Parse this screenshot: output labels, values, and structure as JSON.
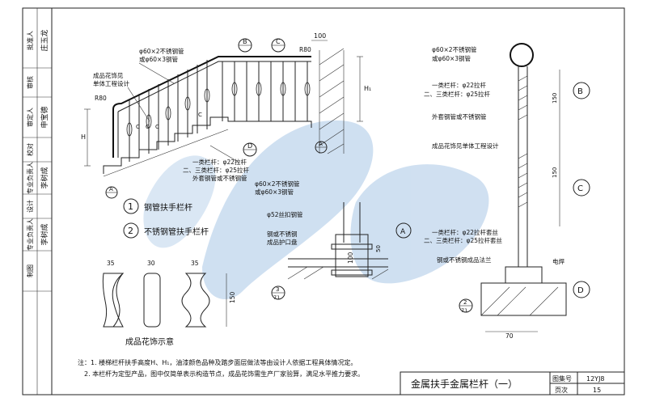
{
  "side_block": {
    "rows": [
      {
        "role": "审核",
        "name": "庄玉龙"
      },
      {
        "role": "审定人",
        "name": "申宝德"
      },
      {
        "role": "校对",
        "name": "李树成"
      },
      {
        "role": "设计",
        "name": "李树成"
      },
      {
        "role": "制图",
        "name": ""
      }
    ],
    "header_cells": [
      "批准人",
      "专业负责人"
    ]
  },
  "fig1": {
    "labels": {
      "pipe_top": "φ60×2不锈钢管",
      "pipe_top2": "或φ60×3钢管",
      "flower": "成品花饰见",
      "flower2": "单体工程设计",
      "r80_left": "R80",
      "r80_right": "R80",
      "dim_100": "100",
      "h1": "H₁",
      "h": "H",
      "cls1": "一类栏杆：φ22拉杆",
      "cls23": "二、三类栏杆：φ25拉杆",
      "sleeve": "外套钢管或不锈钢管",
      "c_marks": [
        "C",
        "C",
        "C",
        "C"
      ],
      "b_mark": "B",
      "c_mark": "C",
      "d_mark": "D",
      "a_mark": "A"
    }
  },
  "legend": {
    "item1_num": "1",
    "item1_text": "钢管扶手栏杆",
    "item2_num": "2",
    "item2_text": "不锈钢管扶手栏杆"
  },
  "detail_a": {
    "pipe": "φ60×2不锈钢管",
    "pipe2": "或φ60×3钢管",
    "cap": "φ52丝扣钢管",
    "base": "钢或不锈钢",
    "base2": "成品护口盘",
    "dim_100": "100",
    "dim_50": "50",
    "mark": "A",
    "ref_num": "3",
    "ref_den": "71"
  },
  "ornaments": {
    "title": "成品花饰示意",
    "w1": "35",
    "w2": "30",
    "w3": "35",
    "h": "150"
  },
  "section_right": {
    "pipe": "φ60×2不锈钢管",
    "pipe2": "或φ60×3钢管",
    "cls1": "一类栏杆：φ22拉杆",
    "cls23": "二、三类栏杆：φ25拉杆",
    "sleeve": "外套钢管或不锈钢管",
    "flower": "成品花饰见单体工程设计",
    "dim_150a": "150",
    "dim_150b": "150",
    "mark_b": "B",
    "mark_c": "C",
    "mark_d": "D",
    "cls1_low": "一类栏杆：φ22拉杆套丝",
    "cls23_low": "二、三类栏杆：φ25拉杆套丝",
    "flange": "钢或不锈钢成品法兰",
    "weld": "电焊",
    "ref_num": "2",
    "ref_den": "71",
    "dim_70": "70"
  },
  "notes": {
    "n1": "注：1. 楼梯栏杆扶手高度H、H₁，油漆颜色品种及踏步面层做法等由设计人依据工程具体情况定。",
    "n2": "2. 本栏杆为定型产品，图中仅简单表示构造节点，成品花饰需生产厂家验算，满足水平推力要求。"
  },
  "title_block": {
    "title": "金属扶手金属栏杆（一）",
    "atlas_label": "图集号",
    "atlas_value": "12YJ8",
    "page_label": "页次",
    "page_value": "15"
  },
  "colors": {
    "watermark": "#a9c7e6",
    "ink": "#111111"
  }
}
